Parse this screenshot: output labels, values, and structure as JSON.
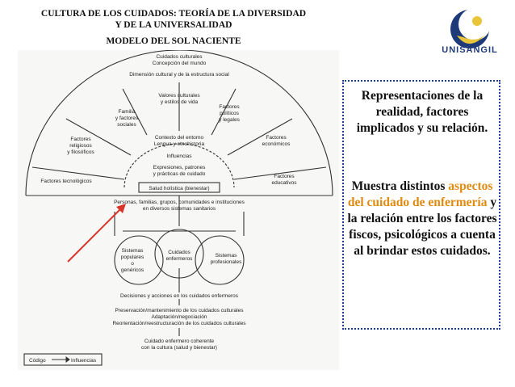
{
  "header": {
    "line1": "CULTURA DE LOS CUIDADOS: TEORÍA DE LA DIVERSIDAD",
    "line2": "Y DE LA UNIVERSALIDAD",
    "line3": "MODELO DEL SOL NACIENTE"
  },
  "logo": {
    "text": "UNISANGIL",
    "icon": "unisangil-logo-icon",
    "colors": {
      "blue": "#1e3a78",
      "gold": "#e9c53a"
    }
  },
  "diagram": {
    "top": {
      "l1": "Cuidados culturales",
      "l2": "Concepción del mundo"
    },
    "dimension": "Dimensión cultural y de la estructura social",
    "factors": {
      "valores": {
        "l1": "Valores culturales",
        "l2": "y estilos de vida"
      },
      "familia": {
        "l1": "Familia",
        "l2": "y factores",
        "l3": "sociales"
      },
      "politicos": {
        "l1": "Factores",
        "l2": "políticos",
        "l3": "y legales"
      },
      "religiosos": {
        "l1": "Factores",
        "l2": "religiosos",
        "l3": "y filosóficos"
      },
      "economicos": {
        "l1": "Factores",
        "l2": "económicos"
      },
      "tecnologicos": "Factores tecnológicos",
      "educativos": {
        "l1": "Factores",
        "l2": "educativos"
      }
    },
    "contexto": {
      "l1": "Contexto del entorno",
      "l2": "Lengua y etnohistoria"
    },
    "influencias": "Influencias",
    "expresiones": {
      "l1": "Expresiones, patrones",
      "l2": "y prácticas de cuidado"
    },
    "salud": "Salud holística (bienestar)",
    "personas": {
      "l1": "Personas, familias, grupos, comunidades e instituciones",
      "l2": "en diversos sistemas sanitarios"
    },
    "sistemas_populares": {
      "l1": "Sistemas",
      "l2": "populares",
      "l3": "o",
      "l4": "genéricos"
    },
    "cuidados_enfermeros": {
      "l1": "Cuidados",
      "l2": "enfermeros"
    },
    "sistemas_profesionales": {
      "l1": "Sistemas",
      "l2": "profesionales"
    },
    "decisiones": "Decisiones y acciones en los cuidados enfermeros",
    "preservacion": "Preservación/mantenimiento de los cuidados culturales",
    "adaptacion": "Adaptación/negociación",
    "reorientacion": "Reorientación/reestructuración de los cuidados culturales",
    "cuidado_coherente": {
      "l1": "Cuidado enfermero coherente",
      "l2": "con la cultura (salud y bienestar)"
    },
    "legend": {
      "codigo": "Código",
      "influencias": "Influencias"
    }
  },
  "textbox": {
    "p1": "Representaciones de la realidad, factores implicados y su relación.",
    "p2_a": "Muestra distintos",
    "p2_highlight": "aspectos del cuidado de enfermería",
    "p2_b": "y la relación entre los factores fiscos, psicológicos a cuenta al brindar estos cuidados.",
    "highlight_color": "#e08a10",
    "border_color": "#1e3a9a"
  },
  "arrow_color": "#d9352b"
}
